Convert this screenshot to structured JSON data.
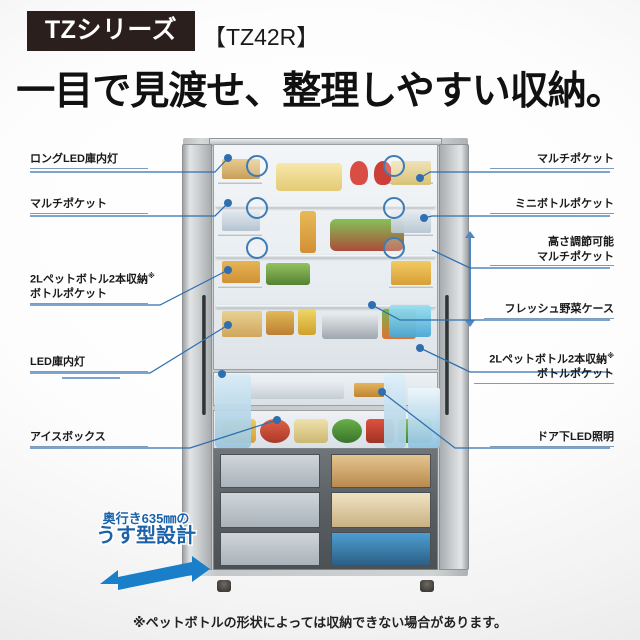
{
  "header": {
    "series_badge": "TZシリーズ",
    "model_number": "【TZ42R】",
    "headline": "一目で見渡せ、整理しやすい収納。",
    "badge_color": "#2a1f1c"
  },
  "labels_left": [
    {
      "id": "long-led-light",
      "line1": "ロングLED庫内灯",
      "line2": ""
    },
    {
      "id": "multi-pocket",
      "line1": "マルチポケット",
      "line2": ""
    },
    {
      "id": "bottle-pocket",
      "line1": "2Lペットボトル2本収納",
      "line2": "ボトルポケット",
      "note_mark": "※"
    },
    {
      "id": "led-light",
      "line1": "LED庫内灯",
      "line2": ""
    },
    {
      "id": "ice-box",
      "line1": "アイスボックス",
      "line2": ""
    }
  ],
  "labels_right": [
    {
      "id": "multi-pocket-r",
      "line1": "マルチポケット",
      "line2": ""
    },
    {
      "id": "mini-bottle-pocket",
      "line1": "ミニボトルポケット",
      "line2": ""
    },
    {
      "id": "height-adjust-pocket",
      "line1": "高さ調節可能",
      "line2": "マルチポケット"
    },
    {
      "id": "fresh-veg-case",
      "line1": "フレッシュ野菜ケース",
      "line2": ""
    },
    {
      "id": "bottle-pocket-r",
      "line1": "2Lペットボトル2本収納",
      "line2": "ボトルポケット",
      "note_mark": "※"
    },
    {
      "id": "door-under-led",
      "line1": "ドア下LED照明",
      "line2": ""
    }
  ],
  "thin_design_callout": {
    "line1": "奥行き635㎜の",
    "line2": "うす型設計",
    "arrow": "double-headed-arrow",
    "color": "#1c62a8"
  },
  "footnote": "※ペットボトルの形状によっては収納できない場合があります。",
  "accent_colors": {
    "leader_line": "#2f6fb0",
    "underline": "#7e9cbc",
    "highlight_ring": "#3f7cb5",
    "callout_blue": "#1c62a8"
  },
  "product": {
    "type": "four-door-refrigerator",
    "doors_open": true,
    "sections": [
      "refrigerator-compartment",
      "chilled-drawer",
      "vegetable-case",
      "freezer-left",
      "freezer-right"
    ]
  }
}
